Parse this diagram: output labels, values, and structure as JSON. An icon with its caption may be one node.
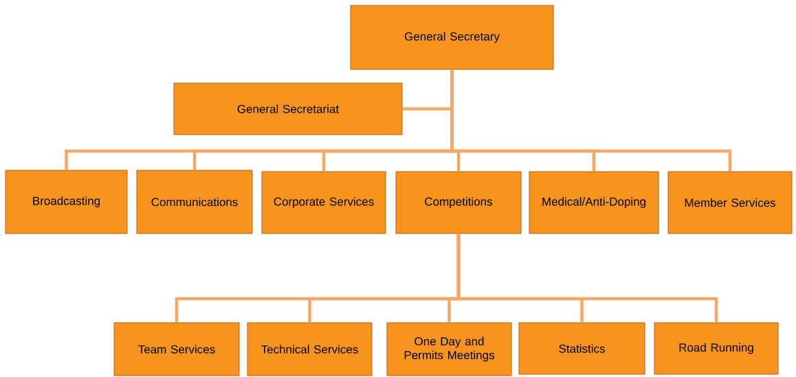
{
  "diagram": {
    "nodes": [
      {
        "text": [
          "General Secretary"
        ]
      },
      {
        "text": [
          "General Secretariat"
        ]
      },
      {
        "text": [
          "Broadcasting"
        ]
      },
      {
        "text": [
          "Communications"
        ]
      },
      {
        "text": [
          "Corporate Services"
        ]
      },
      {
        "text": [
          "Competitions"
        ]
      },
      {
        "text": [
          "Medical/Anti-Doping"
        ]
      },
      {
        "text": [
          "Member Services"
        ]
      },
      {
        "text": [
          "Team Services"
        ]
      },
      {
        "text": [
          "Technical Services"
        ]
      },
      {
        "text": [
          "One Day and Permits Meetings"
        ]
      },
      {
        "text": [
          "Statistics"
        ]
      },
      {
        "text": [
          "Road Running"
        ]
      }
    ],
    "edges": [
      {
        "from": 0,
        "to": 1,
        "arrow": "none"
      },
      {
        "from": 0,
        "to": 2,
        "arrow": "none"
      },
      {
        "from": 0,
        "to": 3,
        "arrow": "none"
      },
      {
        "from": 0,
        "to": 4,
        "arrow": "none"
      },
      {
        "from": 0,
        "to": 5,
        "arrow": "none"
      },
      {
        "from": 0,
        "to": 6,
        "arrow": "none"
      },
      {
        "from": 0,
        "to": 7,
        "arrow": "none"
      },
      {
        "from": 5,
        "to": 8,
        "arrow": "none"
      },
      {
        "from": 5,
        "to": 9,
        "arrow": "none"
      },
      {
        "from": 5,
        "to": 10,
        "arrow": "none"
      },
      {
        "from": 5,
        "to": 11,
        "arrow": "none"
      },
      {
        "from": 5,
        "to": 12,
        "arrow": "none"
      }
    ]
  }
}
